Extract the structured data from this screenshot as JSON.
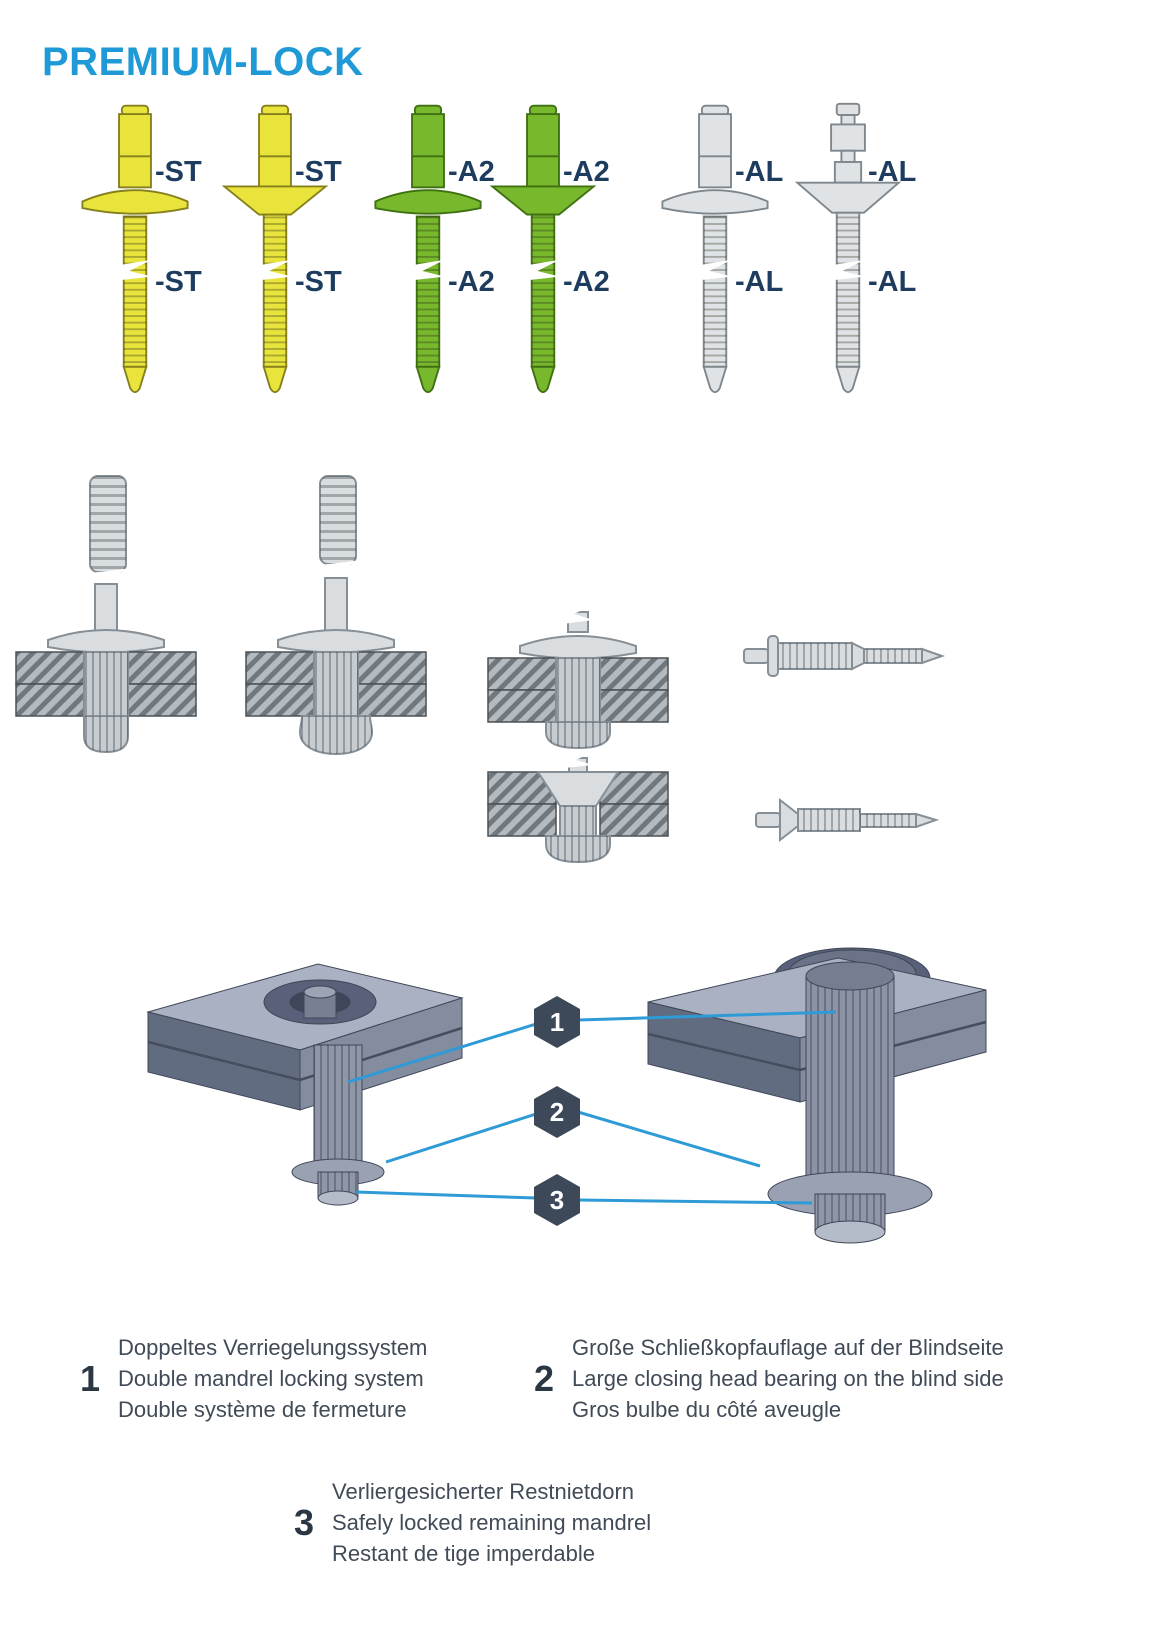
{
  "page": {
    "title": "PREMIUM-LOCK"
  },
  "colors": {
    "title-blue": "#1f9ad6",
    "label-navy": "#1d3c5e",
    "rivet-yellow": "#e9e43c",
    "rivet-yellow-line": "#85801c",
    "rivet-green": "#77b82d",
    "rivet-green-line": "#3f7012",
    "rivet-alu": "#dfe3e6",
    "rivet-alu-line": "#7d868c",
    "steel-light": "#d9dde0",
    "steel-line": "#878f96",
    "callout-blue": "#2e9bd6",
    "hex-dark": "#3d4859",
    "number-dark": "#2c3744",
    "text-dark": "#414b57",
    "render-top": "#a9b1c2",
    "render-front": "#626c80",
    "render-side": "#848ca0"
  },
  "rivets": [
    {
      "id": "st-dome",
      "material": "steel",
      "head": "dome",
      "label_top": "-ST",
      "label_mid": "-ST"
    },
    {
      "id": "st-csk",
      "material": "steel",
      "head": "countersunk",
      "label_top": "-ST",
      "label_mid": "-ST"
    },
    {
      "id": "a2-dome",
      "material": "stainless",
      "head": "dome",
      "label_top": "-A2",
      "label_mid": "-A2"
    },
    {
      "id": "a2-csk",
      "material": "stainless",
      "head": "countersunk",
      "label_top": "-A2",
      "label_mid": "-A2"
    },
    {
      "id": "al-dome",
      "material": "aluminium",
      "head": "dome",
      "label_top": "-AL",
      "label_mid": "-AL"
    },
    {
      "id": "al-csk",
      "material": "aluminium",
      "head": "countersunk",
      "label_top": "-AL",
      "label_mid": "-AL"
    }
  ],
  "callouts": [
    "1",
    "2",
    "3"
  ],
  "features": [
    {
      "number": "1",
      "lines": [
        "Doppeltes Verriegelungssystem",
        "Double mandrel locking system",
        "Double système de fermeture"
      ]
    },
    {
      "number": "2",
      "lines": [
        "Große Schließkopfauflage auf der Blindseite",
        "Large closing head bearing on the blind side",
        "Gros bulbe du côté aveugle"
      ]
    },
    {
      "number": "3",
      "lines": [
        "Verliergesicherter Restnietdorn",
        "Safely locked remaining mandrel",
        "Restant de tige imperdable"
      ]
    }
  ]
}
